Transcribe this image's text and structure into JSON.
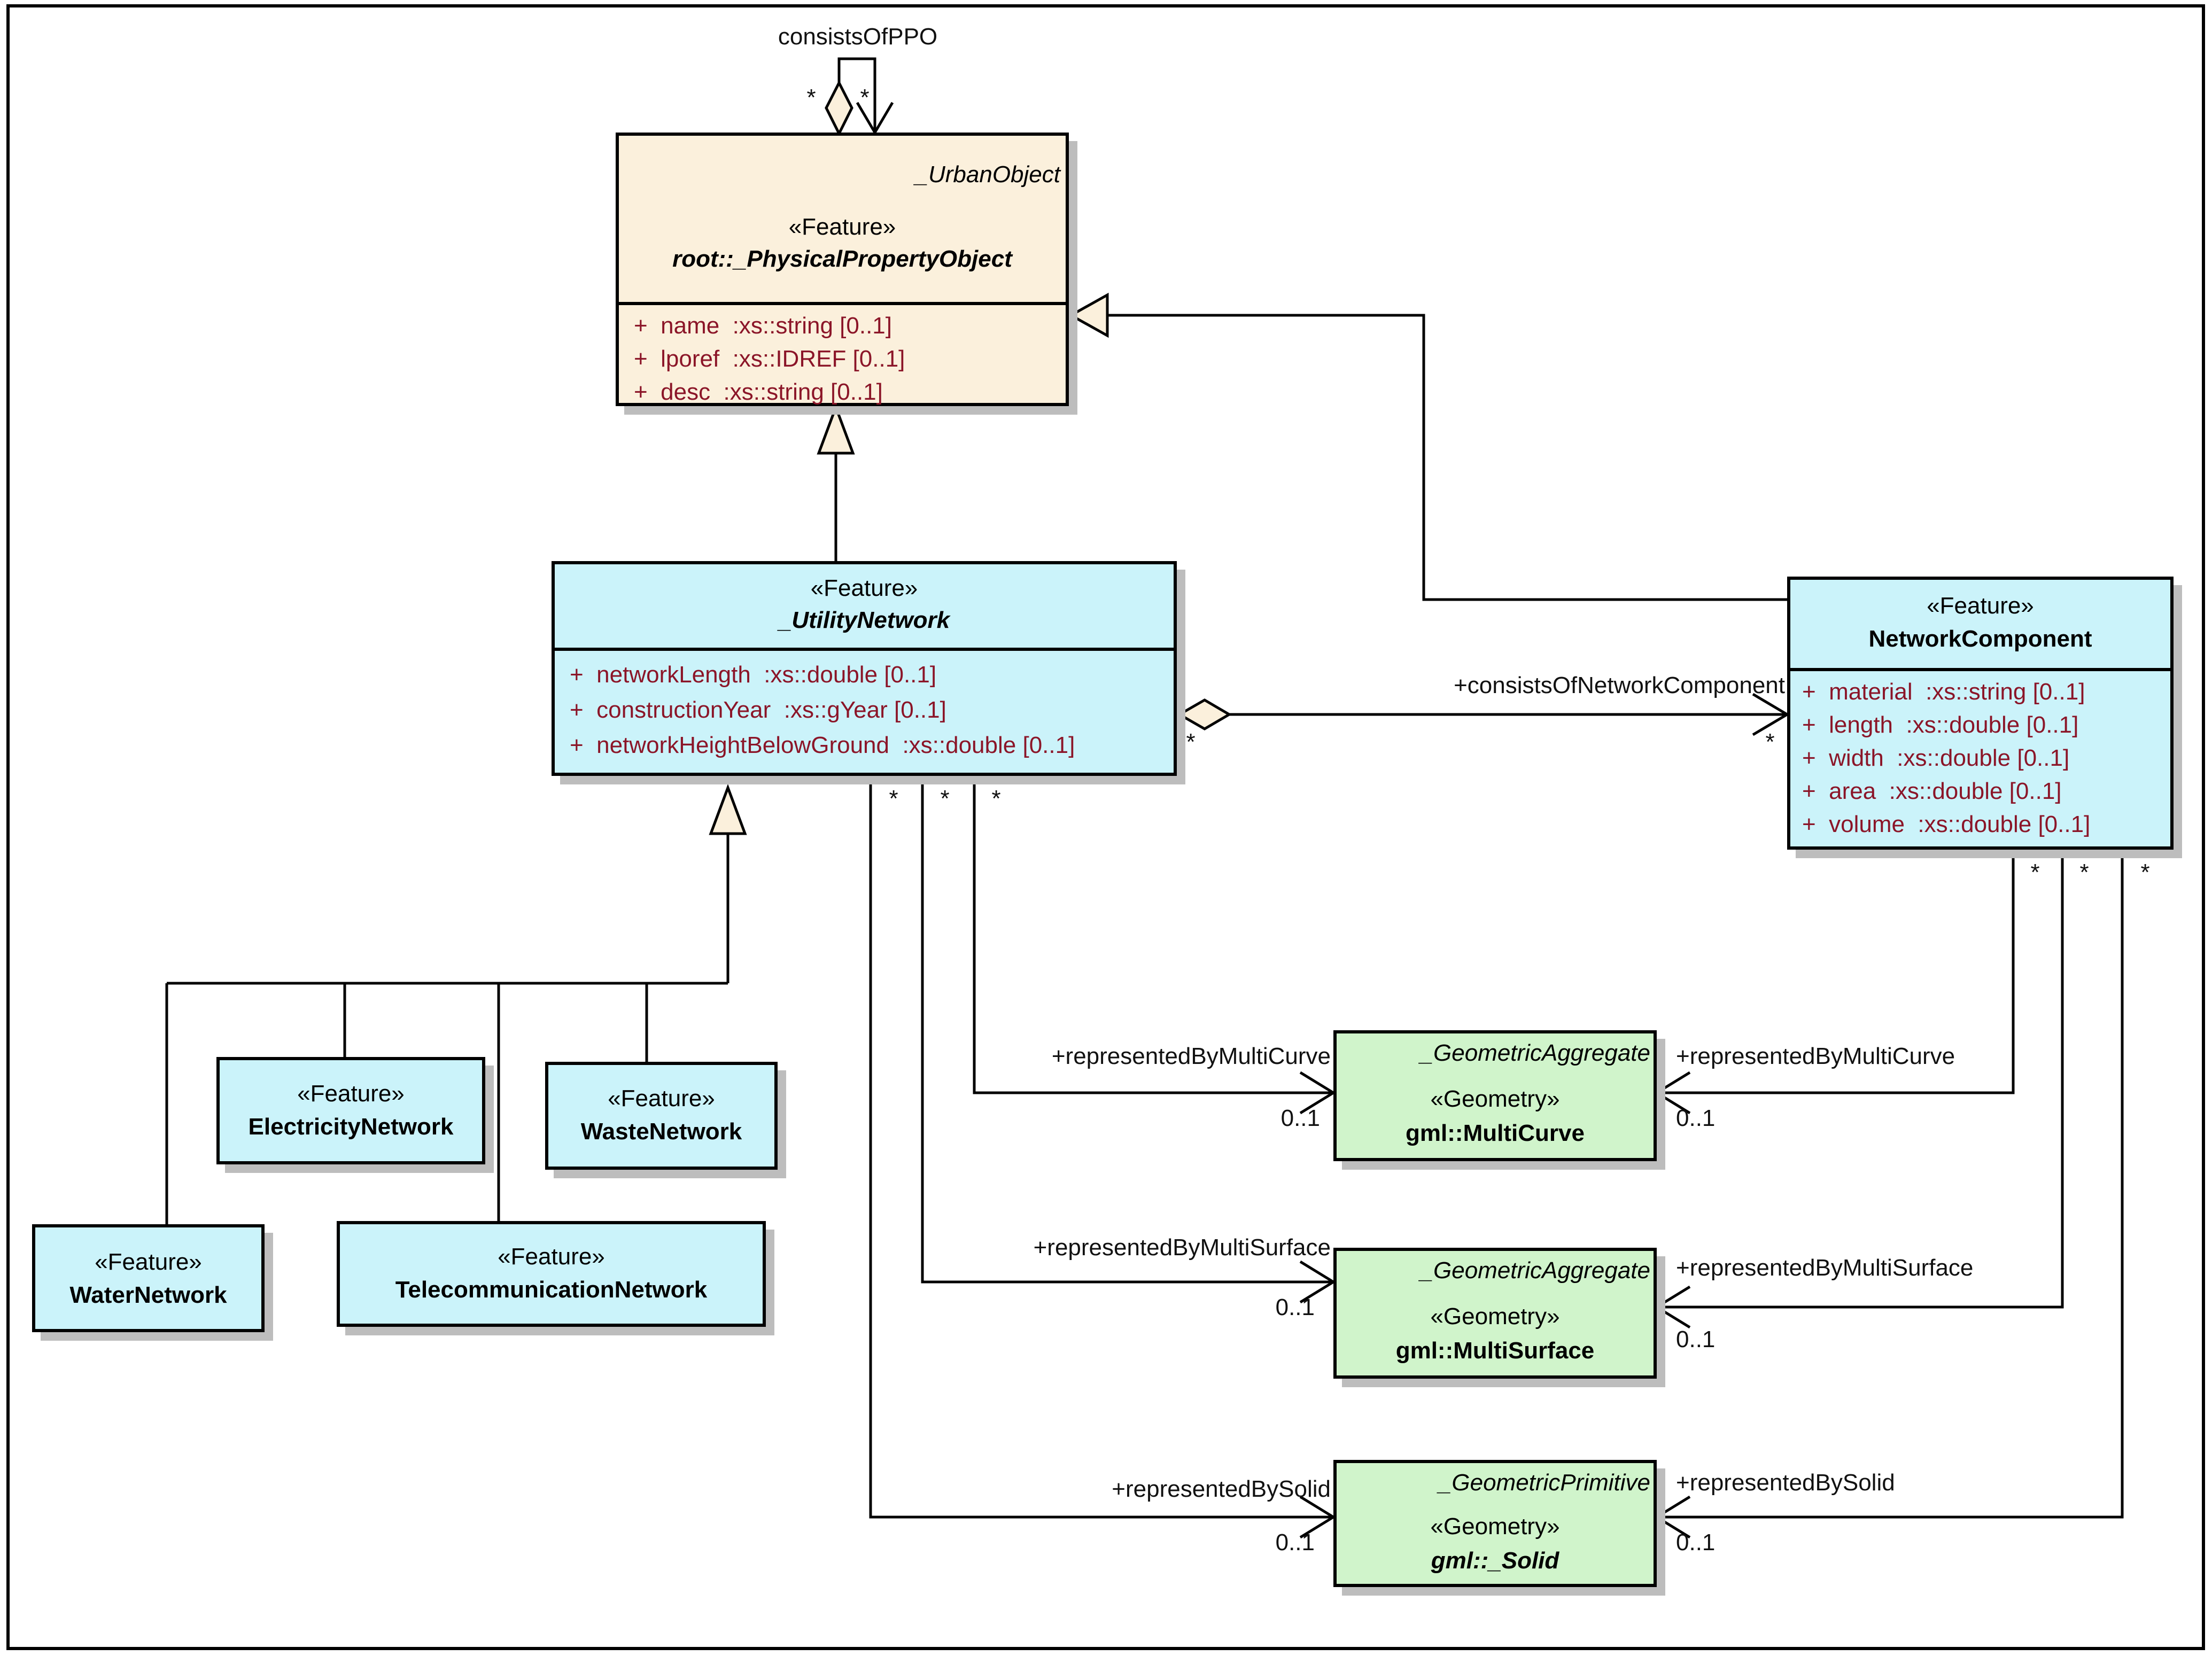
{
  "classes": {
    "ppo": {
      "context": "_UrbanObject",
      "stereotype": "«Feature»",
      "name": "root::_PhysicalPropertyObject",
      "attributes": [
        "+  name  :xs::string [0..1]",
        "+  lporef  :xs::IDREF [0..1]",
        "+  desc  :xs::string [0..1]"
      ]
    },
    "utility_network": {
      "stereotype": "«Feature»",
      "name": "_UtilityNetwork",
      "attributes": [
        "+  networkLength  :xs::double [0..1]",
        "+  constructionYear  :xs::gYear [0..1]",
        "+  networkHeightBelowGround  :xs::double [0..1]"
      ]
    },
    "network_component": {
      "stereotype": "«Feature»",
      "name": "NetworkComponent",
      "attributes": [
        "+  material  :xs::string [0..1]",
        "+  length  :xs::double [0..1]",
        "+  width  :xs::double [0..1]",
        "+  area  :xs::double [0..1]",
        "+  volume  :xs::double [0..1]"
      ]
    },
    "water": {
      "stereotype": "«Feature»",
      "name": "WaterNetwork"
    },
    "electricity": {
      "stereotype": "«Feature»",
      "name": "ElectricityNetwork"
    },
    "waste": {
      "stereotype": "«Feature»",
      "name": "WasteNetwork"
    },
    "telecom": {
      "stereotype": "«Feature»",
      "name": "TelecommunicationNetwork"
    },
    "multicurve": {
      "context": "_GeometricAggregate",
      "stereotype": "«Geometry»",
      "name": "gml::MultiCurve"
    },
    "multisurface": {
      "context": "_GeometricAggregate",
      "stereotype": "«Geometry»",
      "name": "gml::MultiSurface"
    },
    "solid": {
      "context": "_GeometricPrimitive",
      "stereotype": "«Geometry»",
      "name": "gml::_Solid"
    }
  },
  "associations": {
    "consists_of_ppo": {
      "label": "consistsOfPPO",
      "source_mult": "*",
      "target_mult": "*"
    },
    "consists_of_network_component": {
      "label": "+consistsOfNetworkComponent",
      "source_mult": "*",
      "target_mult": "*"
    },
    "utility_stub_mults": [
      "*",
      "*",
      "*"
    ],
    "component_stub_mults": [
      "*",
      "*",
      "*"
    ],
    "represented_by_multicurve": {
      "label": "+representedByMultiCurve",
      "mult": "0..1"
    },
    "represented_by_multisurface": {
      "label": "+representedByMultiSurface",
      "mult": "0..1"
    },
    "represented_by_solid": {
      "label": "+representedBySolid",
      "mult": "0..1"
    }
  },
  "colors": {
    "feature_fill": "#cbf3fa",
    "root_fill": "#fbf0dc",
    "geometry_fill": "#d0f4cb",
    "attribute_text": "#8b1528",
    "line": "#000000",
    "shadow": "#bdbdbd",
    "label_text": "#111111"
  }
}
